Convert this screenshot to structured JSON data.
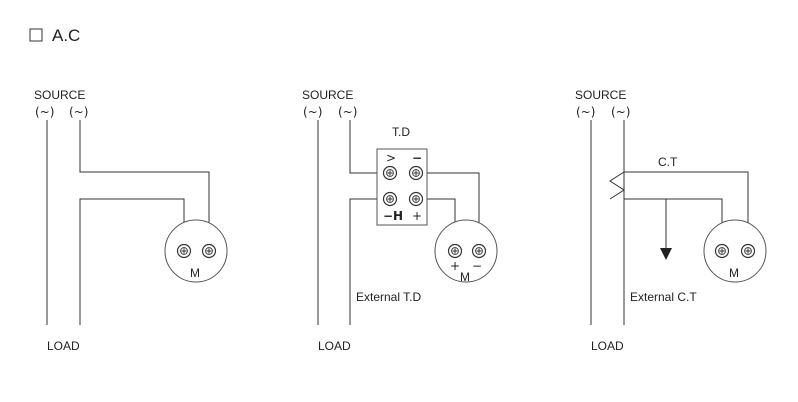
{
  "title": "A.C",
  "labels": {
    "source": "SOURCE",
    "ac_symbol": "(~)",
    "load": "LOAD",
    "motor": "M",
    "td": "T.D",
    "external_td": "External T.D",
    "ct": "C.T",
    "external_ct": "External C.T",
    "plus": "+",
    "minus": "−",
    "td_symbol_tl": ">",
    "td_symbol_tr": "−",
    "td_symbol_bl": "−H",
    "td_symbol_br": "+"
  }
}
